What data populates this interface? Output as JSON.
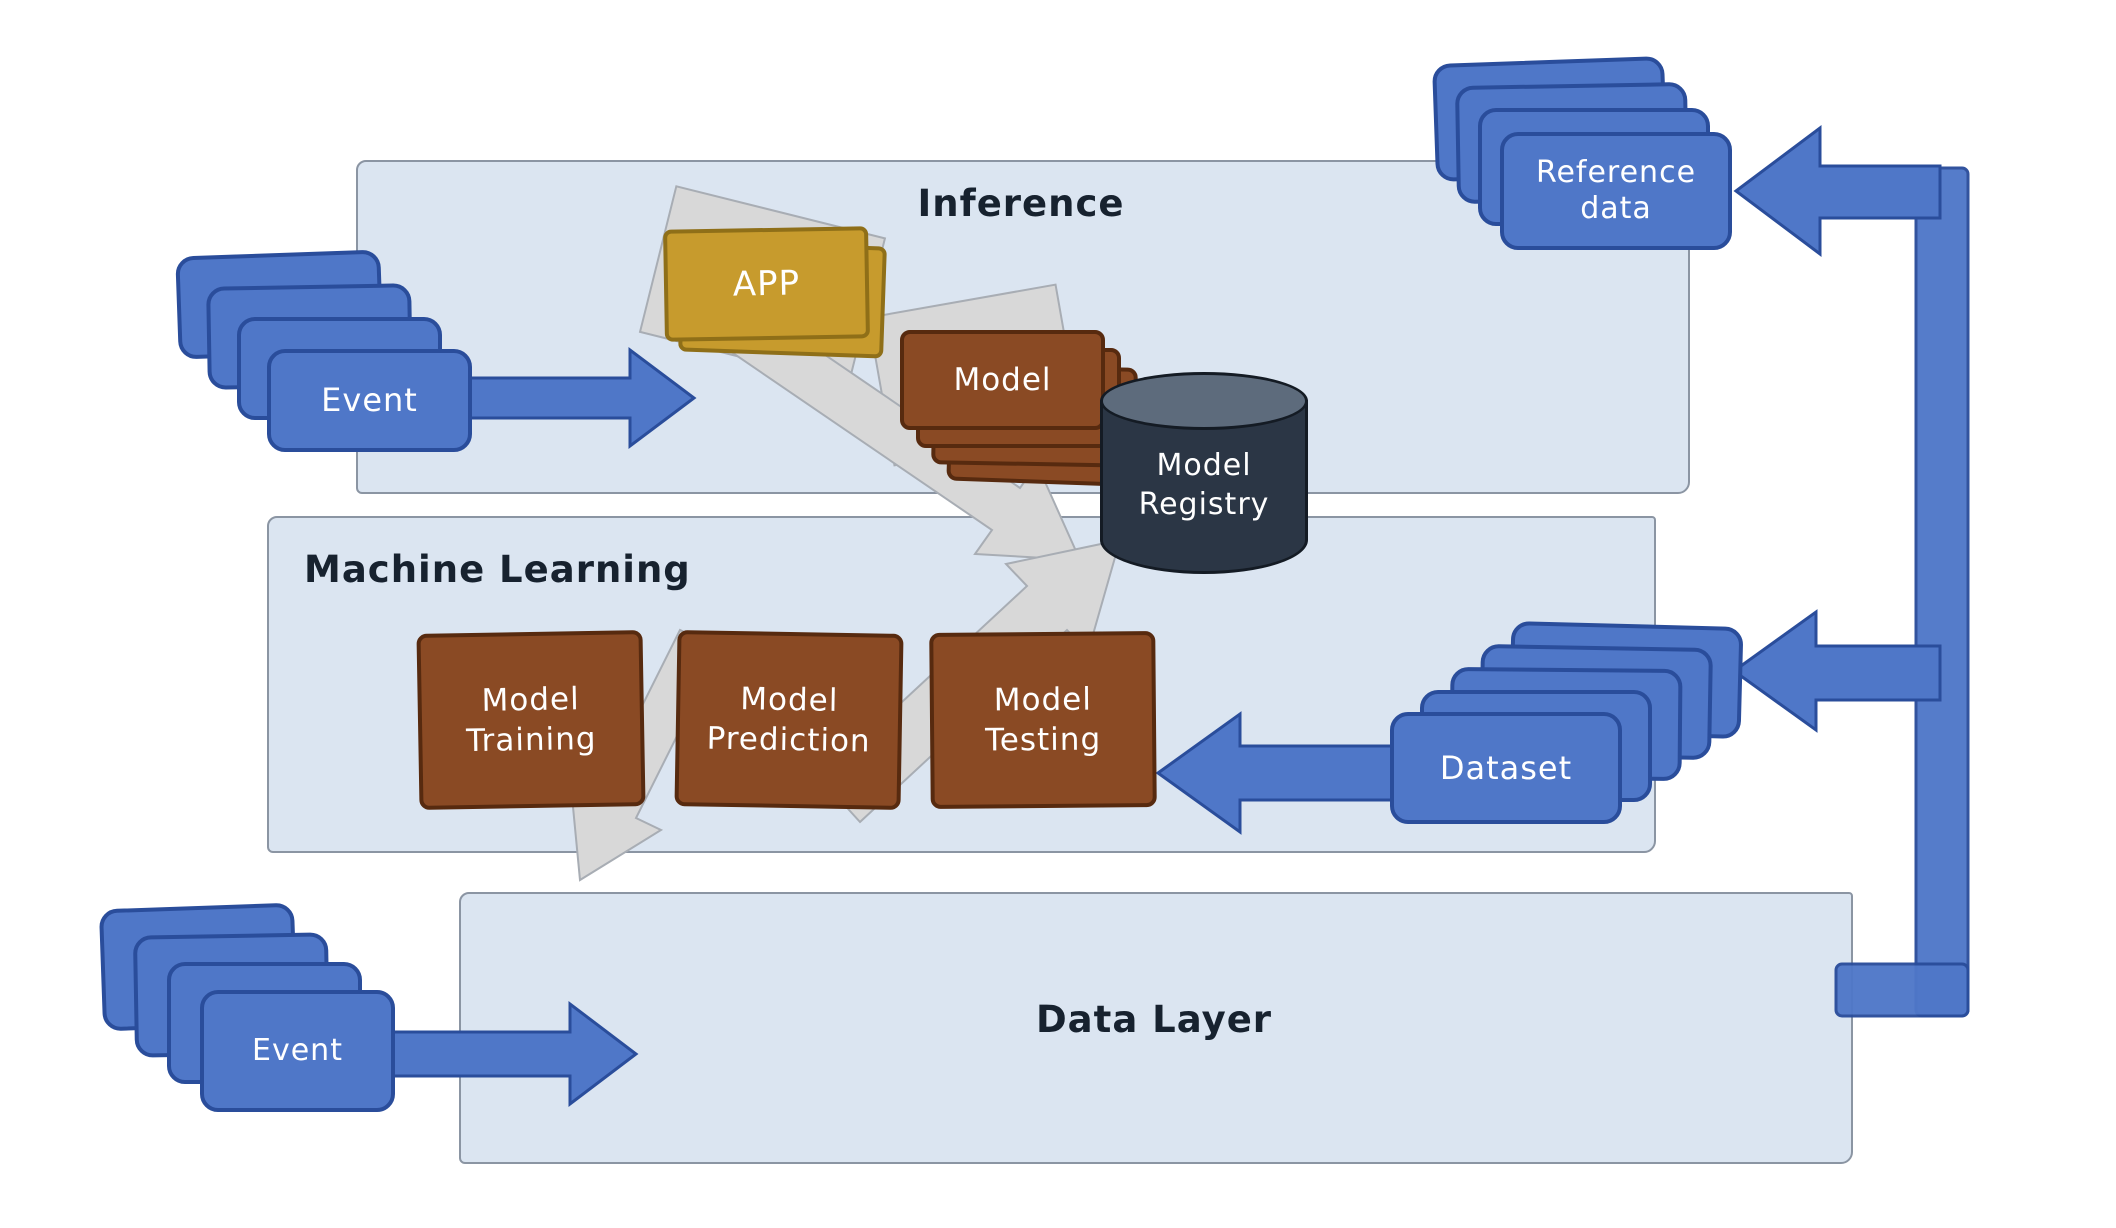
{
  "diagram": {
    "bands": {
      "inference": {
        "label": "Inference"
      },
      "machine_learning": {
        "label": "Machine Learning"
      },
      "data_layer": {
        "label": "Data Layer"
      }
    },
    "nodes": {
      "event_top": {
        "label": "Event",
        "shape": "stacked-cards"
      },
      "event_bottom": {
        "label": "Event",
        "shape": "stacked-cards"
      },
      "reference_data": {
        "label": "Reference data",
        "shape": "stacked-cards"
      },
      "dataset": {
        "label": "Dataset",
        "shape": "stacked-cards"
      },
      "app": {
        "label": "APP",
        "shape": "stacked-cards"
      },
      "model": {
        "label": "Model",
        "shape": "stacked-cards"
      },
      "model_registry": {
        "label": "Model Registry",
        "shape": "database-cylinder"
      },
      "model_training": {
        "label": "Model Training",
        "shape": "box"
      },
      "model_prediction": {
        "label": "Model Prediction",
        "shape": "box"
      },
      "model_testing": {
        "label": "Model Testing",
        "shape": "box"
      }
    },
    "colors": {
      "band_fill": "#dbe5f1",
      "band_border": "#8b95a3",
      "card_blue": "#4f77c8",
      "card_blue_border": "#2a4d9b",
      "box_brown": "#8a4a24",
      "box_brown_border": "#572a0f",
      "box_gold": "#c79b2d",
      "box_gold_border": "#8f6f18",
      "cylinder_dark": "#2b3645",
      "cylinder_top": "#5d6b7c",
      "arrow_blue": "#4f77c8",
      "arrow_blue_border": "#2a4d9b",
      "sketch_gray": "#d8d8d8",
      "sketch_gray_border": "#a8adb4",
      "text_dark": "#17222f"
    }
  }
}
